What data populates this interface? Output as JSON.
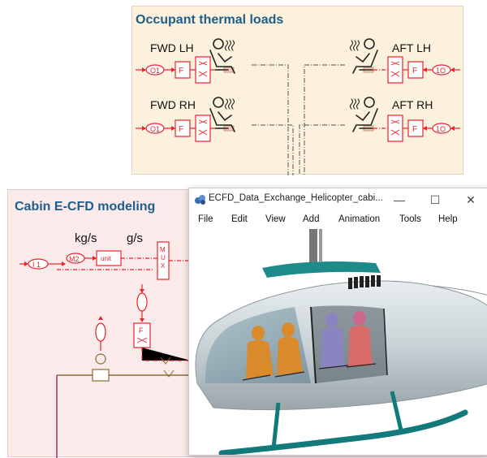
{
  "occupant_panel": {
    "title": "Occupant thermal loads",
    "labels": {
      "fwd_lh": "FWD LH",
      "aft_lh": "AFT LH",
      "fwd_rh": "FWD RH",
      "aft_rh": "AFT RH"
    }
  },
  "cabin_panel": {
    "title": "Cabin E-CFD modeling",
    "units": {
      "kgs": "kg/s",
      "gs": "g/s"
    }
  },
  "window": {
    "title": "ECFD_Data_Exchange_Helicopter_cabi...",
    "controls": {
      "minimize": "—",
      "maximize": "☐",
      "close": "✕"
    },
    "menu": [
      "File",
      "Edit",
      "View",
      "Add",
      "Animation",
      "Tools",
      "Help"
    ]
  },
  "colors": {
    "accent": "#1f5e8b",
    "block_red": "#e8232b",
    "occupant_bg": "#fbf1dc",
    "cabin_bg": "#fbeaea",
    "teal": "#127a7a"
  }
}
